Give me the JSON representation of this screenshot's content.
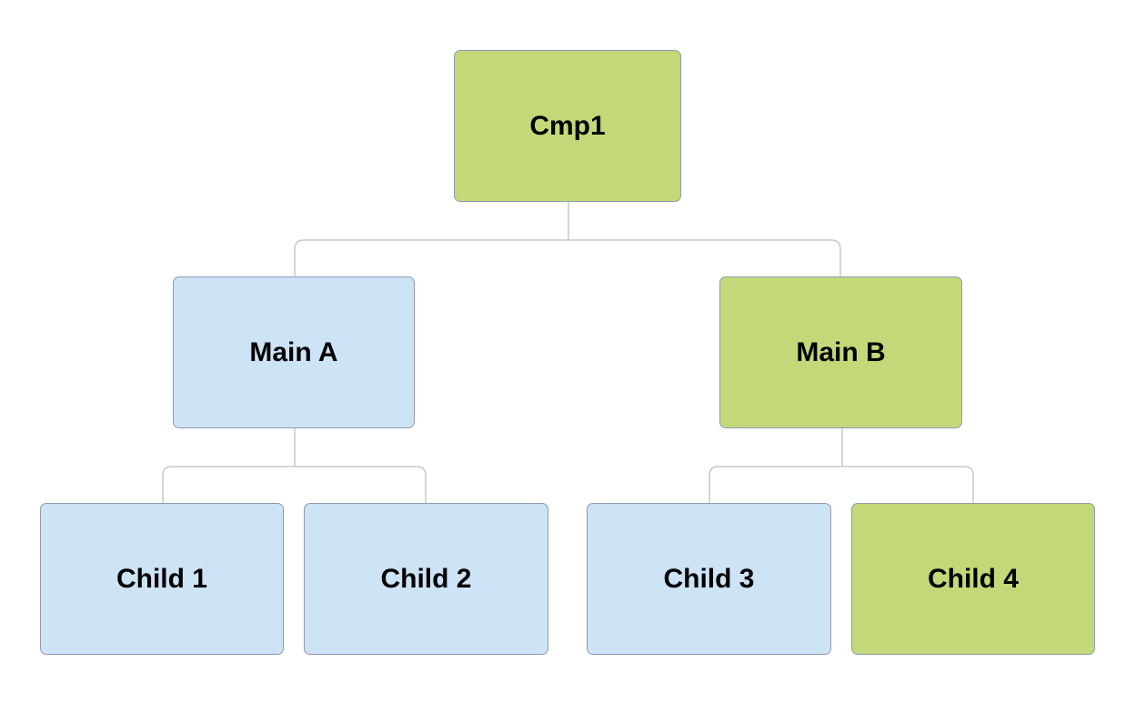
{
  "diagram": {
    "nodes": {
      "root": {
        "label": "Cmp1",
        "color": "#c3d979"
      },
      "main_a": {
        "label": "Main A",
        "color": "#cde3f6"
      },
      "main_b": {
        "label": "Main B",
        "color": "#c3d979"
      },
      "child1": {
        "label": "Child 1",
        "color": "#cde3f6"
      },
      "child2": {
        "label": "Child 2",
        "color": "#cde3f6"
      },
      "child3": {
        "label": "Child 3",
        "color": "#cde3f6"
      },
      "child4": {
        "label": "Child 4",
        "color": "#c3d979"
      }
    },
    "edges": [
      [
        "root",
        "main_a"
      ],
      [
        "root",
        "main_b"
      ],
      [
        "main_a",
        "child1"
      ],
      [
        "main_a",
        "child2"
      ],
      [
        "main_b",
        "child3"
      ],
      [
        "main_b",
        "child4"
      ]
    ],
    "connector_color": "#c8c8c8"
  }
}
